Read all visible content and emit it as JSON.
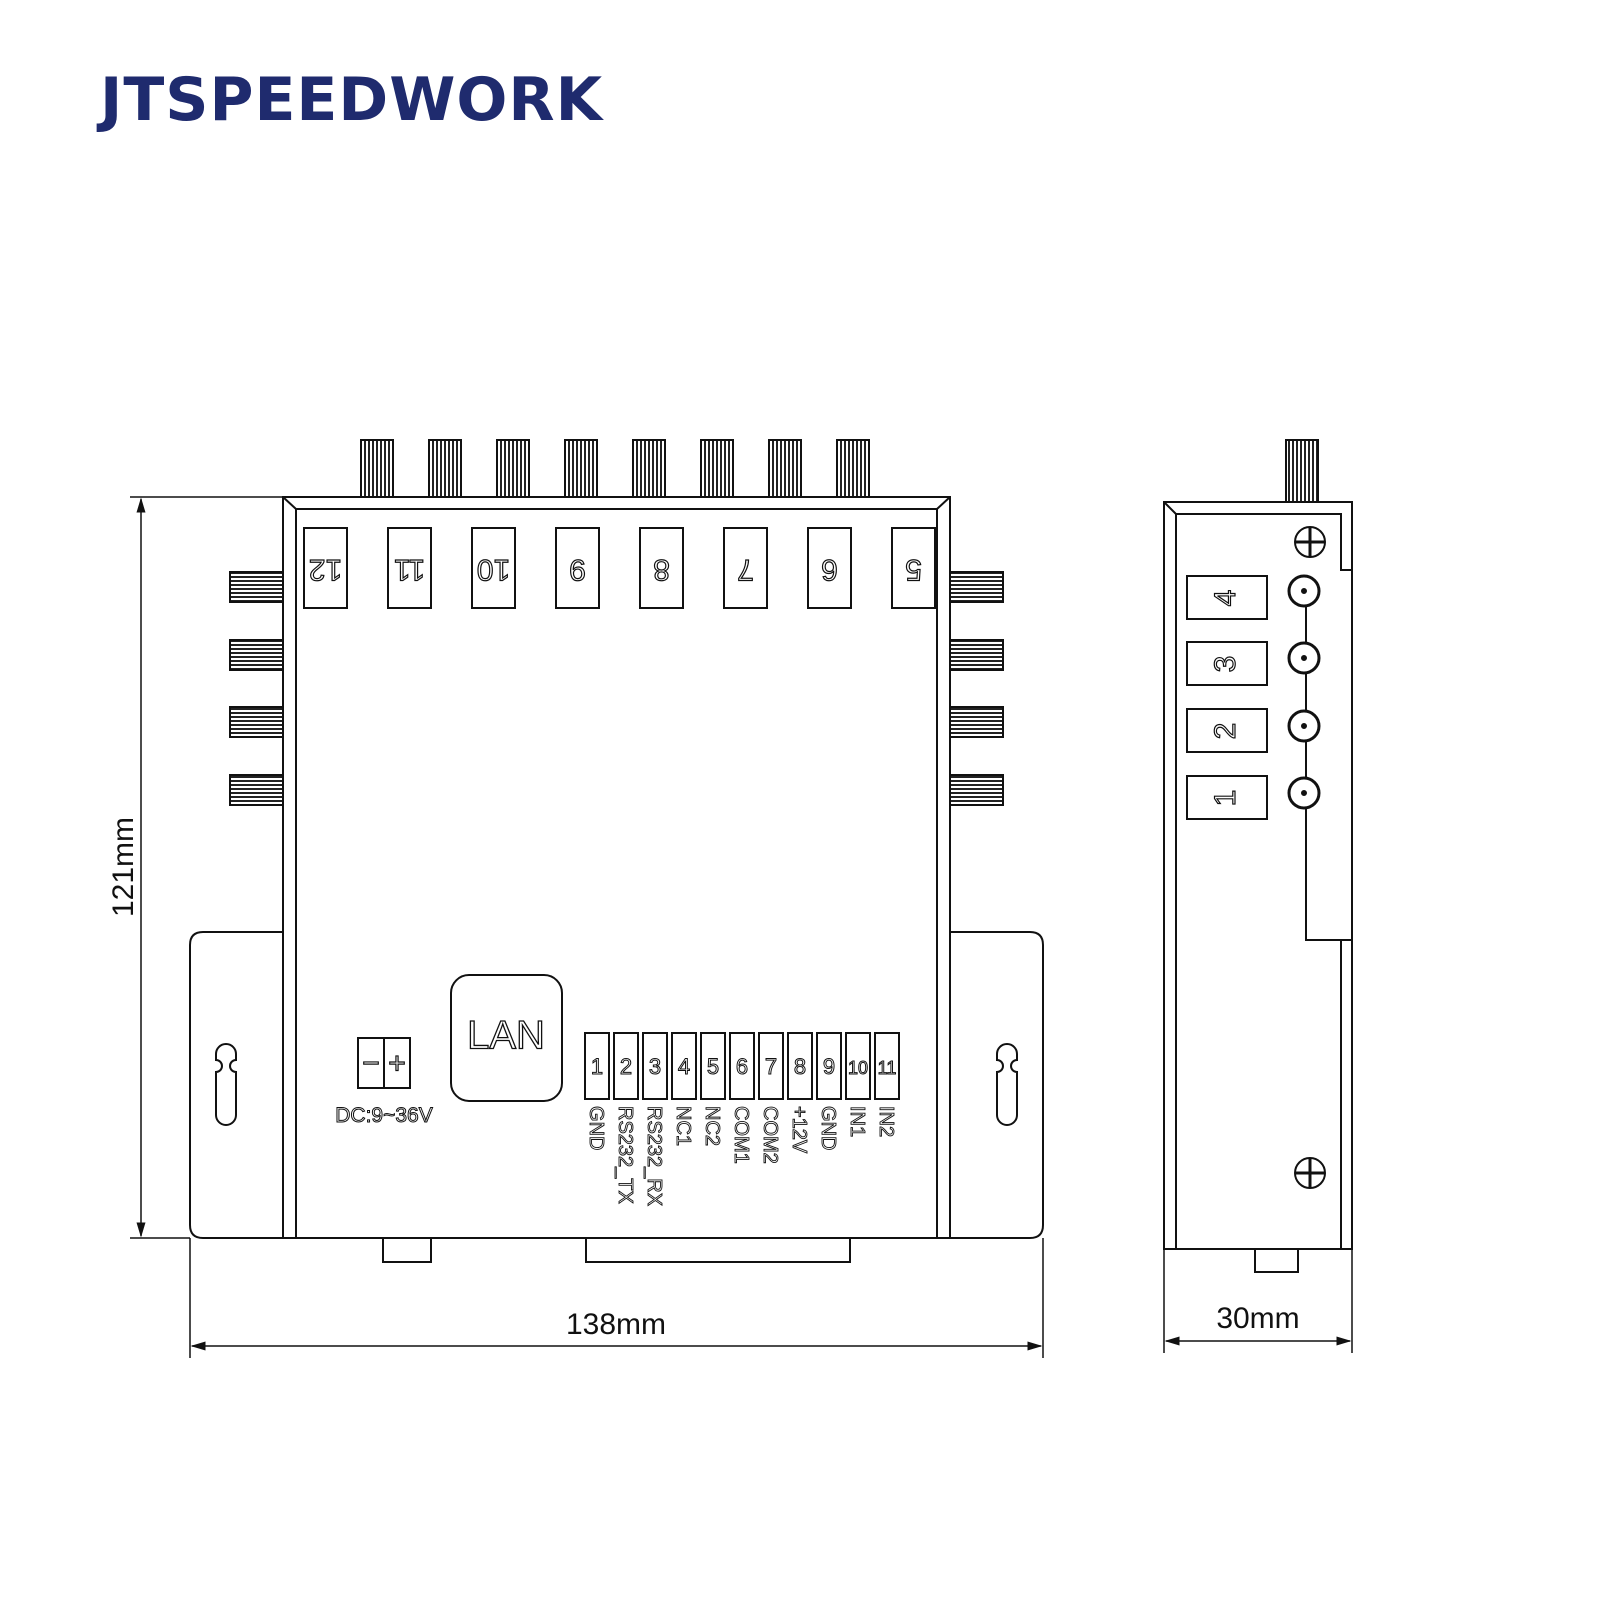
{
  "brand": {
    "name": "JTSPEEDWORK",
    "color": "#1f2b6e"
  },
  "front_view": {
    "top_ports": [
      "12",
      "11",
      "10",
      "9",
      "8",
      "7",
      "6",
      "5"
    ],
    "lan_label": "LAN",
    "power": {
      "minus": "−",
      "plus": "+",
      "label": "DC:9~36V"
    },
    "terminal_numbers": [
      "1",
      "2",
      "3",
      "4",
      "5",
      "6",
      "7",
      "8",
      "9",
      "10",
      "11"
    ],
    "terminal_signals": [
      "GND",
      "RS232_TX",
      "RS232_RX",
      "NC1",
      "NC2",
      "COM1",
      "COM2",
      "+12V",
      "GND",
      "IN1",
      "IN2"
    ]
  },
  "side_view": {
    "ports": [
      "4",
      "3",
      "2",
      "1"
    ]
  },
  "dimensions": {
    "height": "121mm",
    "width": "138mm",
    "depth": "30mm"
  }
}
